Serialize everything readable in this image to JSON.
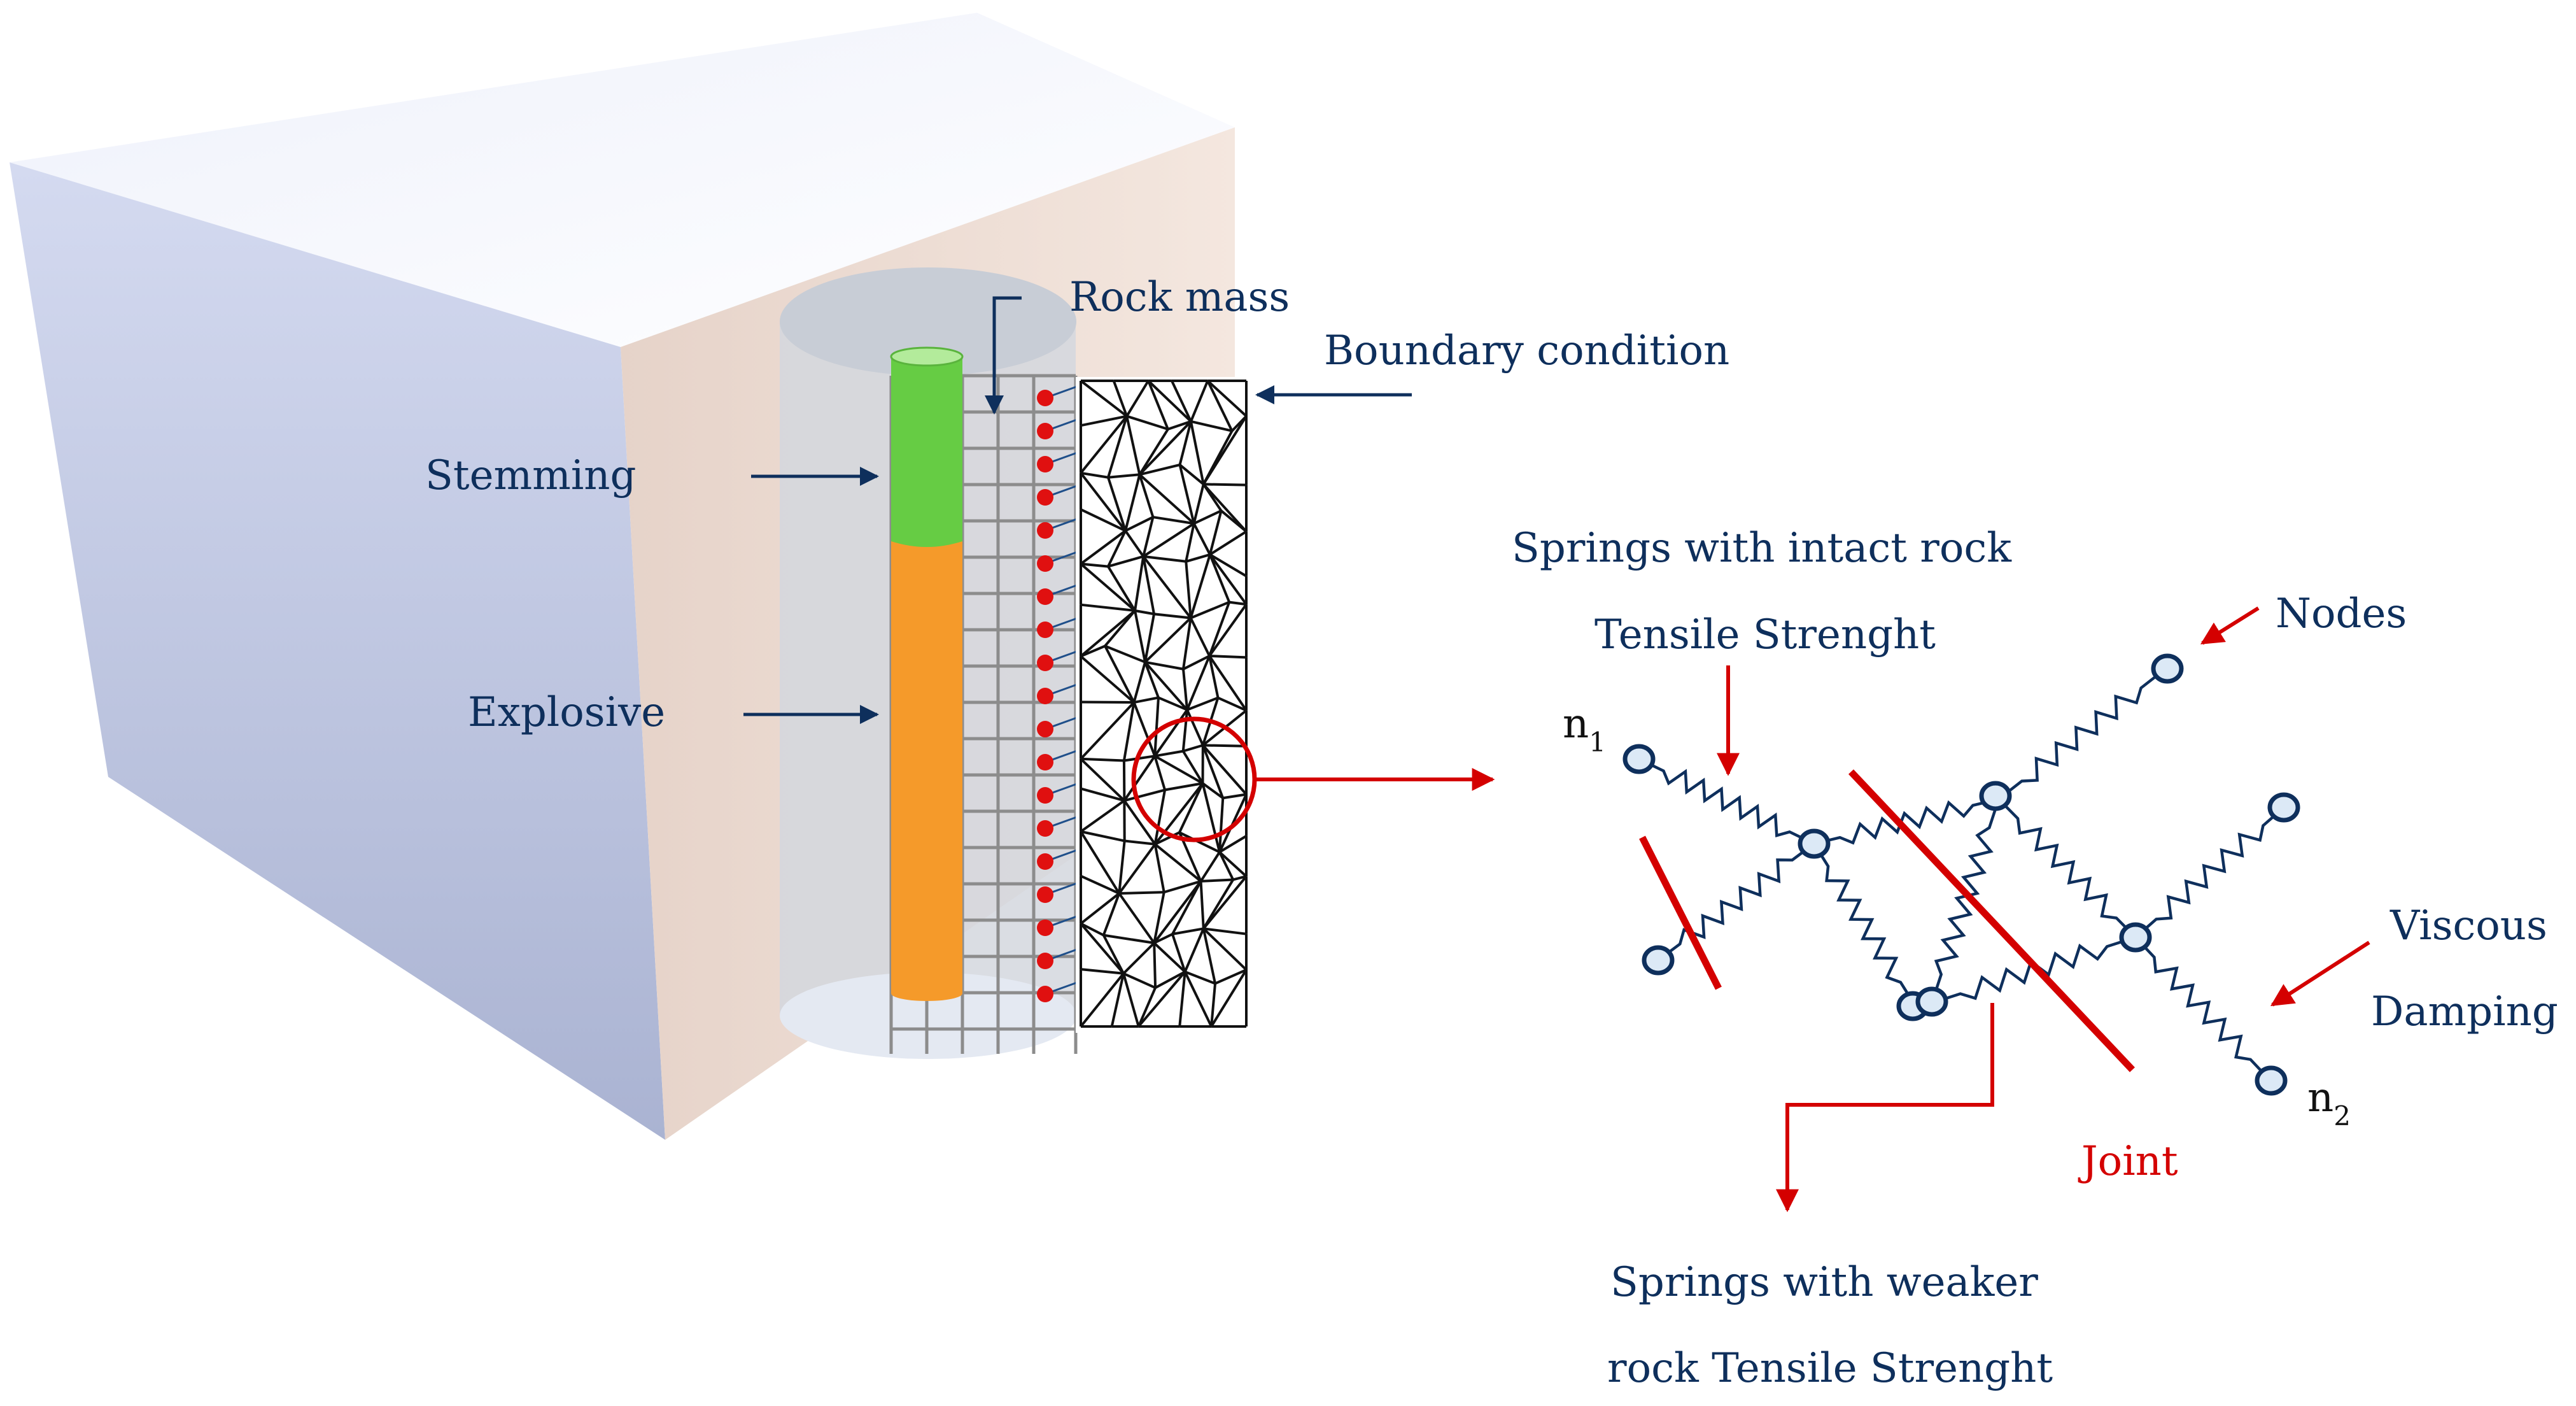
{
  "labels": {
    "rock_mass": "Rock mass",
    "boundary_condition": "Boundary condition",
    "stemming": "Stemming",
    "explosive": "Explosive",
    "springs_intact_line1": "Springs with intact rock",
    "springs_intact_line2": "Tensile Strenght",
    "nodes": "Nodes",
    "viscous_line1": "Viscous",
    "viscous_line2": "Damping",
    "joint": "Joint",
    "springs_weaker_line1": "Springs with weaker",
    "springs_weaker_line2": "rock Tensile Strenght",
    "n1_base": "n",
    "n1_sub": "1",
    "n2_base": "n",
    "n2_sub": "2"
  },
  "colors": {
    "text_navy": "#0e2f5c",
    "red": "#d40000",
    "stemming_green": "#66cc44",
    "explosive_orange": "#f59a2a",
    "node_blue": "#0e2f5c"
  }
}
